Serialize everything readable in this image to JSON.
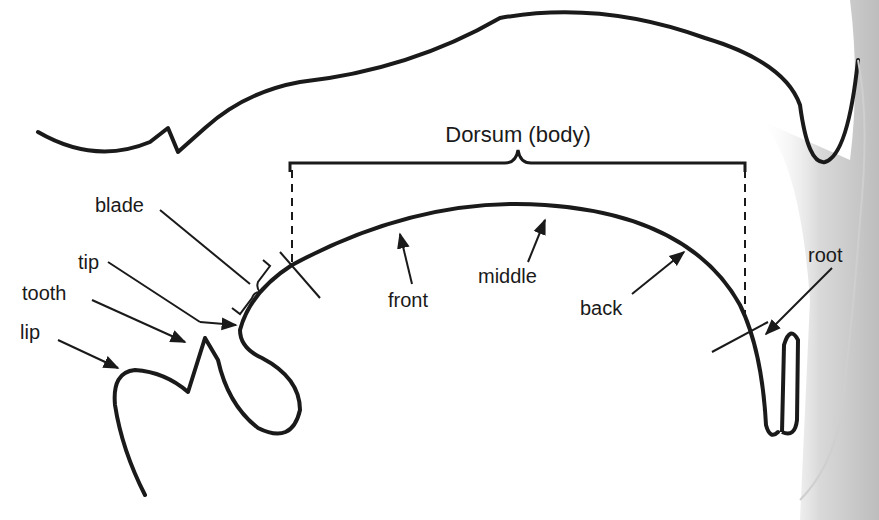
{
  "diagram": {
    "labels": [
      "Dorsum (body)",
      "blade",
      "tip",
      "tooth",
      "lip",
      "front",
      "middle",
      "back",
      "root"
    ]
  }
}
